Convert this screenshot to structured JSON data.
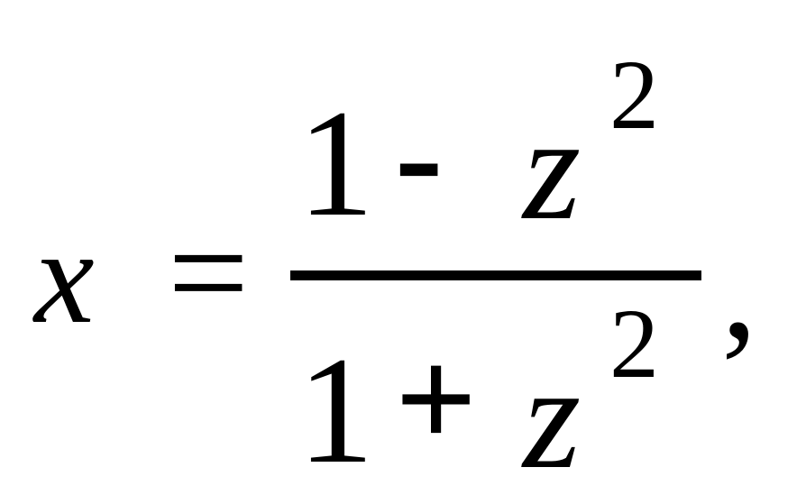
{
  "formula": {
    "lhs_variable": "x",
    "equals_sign": "=",
    "numerator": {
      "constant": "1",
      "operator": "-",
      "variable": "z",
      "exponent": "2"
    },
    "denominator": {
      "constant": "1",
      "operator": "+",
      "variable": "z",
      "exponent": "2"
    },
    "trailing_punctuation": ","
  }
}
